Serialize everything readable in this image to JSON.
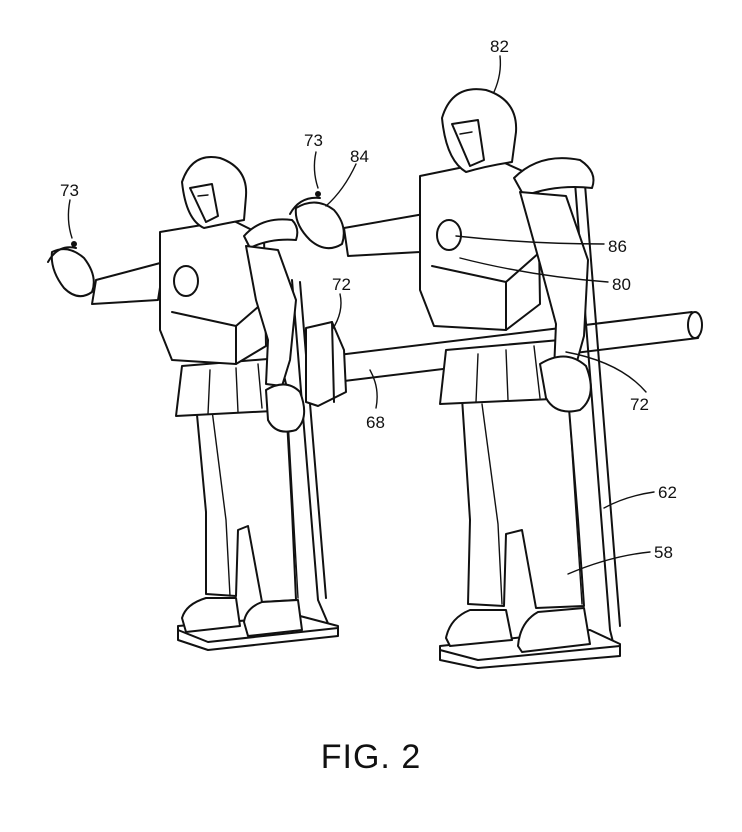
{
  "caption": "FIG. 2",
  "labels": {
    "left_hand_73": "73",
    "right_hand_73": "73",
    "headset_82": "82",
    "arm_84": "84",
    "chest_light_86": "86",
    "chest_80": "80",
    "mount_72_left": "72",
    "mount_72_right": "72",
    "rail_68": "68",
    "frame_62": "62",
    "suit_58": "58"
  },
  "colors": {
    "line": "#111111",
    "background": "#ffffff"
  }
}
